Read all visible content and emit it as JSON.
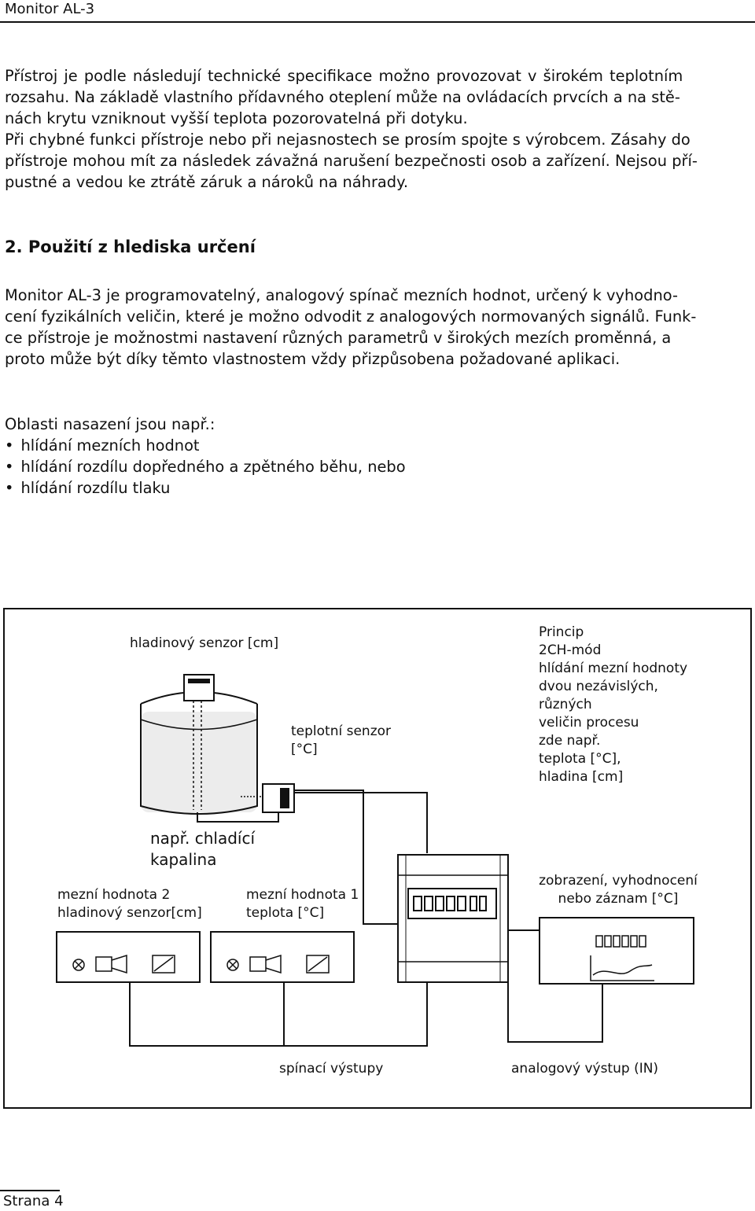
{
  "header": {
    "title": "Monitor AL-3"
  },
  "intro": {
    "lines": [
      "Přístroj je podle následují technické specifikace možno provozovat v širokém teplotním",
      "rozsahu. Na základě vlastního přídavného oteplení může na ovládacích prvcích a na stě-",
      "nách krytu vzniknout vyšší teplota pozorovatelná při dotyku.",
      "Při chybné funkci přístroje nebo při nejasnostech se prosím spojte s výrobcem. Zásahy do",
      "přístroje mohou mít za následek závažná narušení bezpečnosti osob a zařízení. Nejsou pří-",
      "pustné a vedou ke ztrátě záruk a nároků na náhrady."
    ]
  },
  "section": {
    "heading": "2. Použití z hlediska určení",
    "lines": [
      "Monitor AL-3 je programovatelný, analogový spínač mezních hodnot, určený k vyhodno-",
      "cení fyzikálních veličin, které je možno odvodit z analogových normovaných signálů. Funk-",
      "ce přístroje je možnostmi nastavení různých parametrů v širokých mezích proměnná, a",
      "proto může být díky těmto vlastnostem vždy přizpůsobena požadované aplikaci."
    ],
    "uses_intro": "Oblasti nasazení jsou např.:",
    "uses": [
      "hlídání mezních hodnot",
      "hlídání rozdílu dopředného a zpětného běhu, nebo",
      "hlídání rozdílu tlaku"
    ]
  },
  "figure": {
    "level_sensor": "hladinový senzor [cm]",
    "temp_sensor": [
      "teplotní senzor",
      "[°C]"
    ],
    "principle": [
      "Princip",
      "2CH-mód",
      "hlídání mezní hodnoty",
      "dvou nezávislých,",
      "různých",
      "veličin procesu",
      "zde např.",
      "teplota [°C],",
      "hladina [cm]"
    ],
    "coolant": [
      "např. chladící",
      "kapalina"
    ],
    "limit2": [
      "mezní hodnota 2",
      "hladinový senzor[cm]"
    ],
    "limit1": [
      "mezní hodnota 1",
      "teplota [°C]"
    ],
    "display": [
      "zobrazení, vyhodnocení",
      "nebo záznam [°C]"
    ],
    "switching_outputs": "spínací výstupy",
    "analog_output": "analogový výstup (IN)"
  },
  "footer": {
    "page": "Strana 4"
  }
}
